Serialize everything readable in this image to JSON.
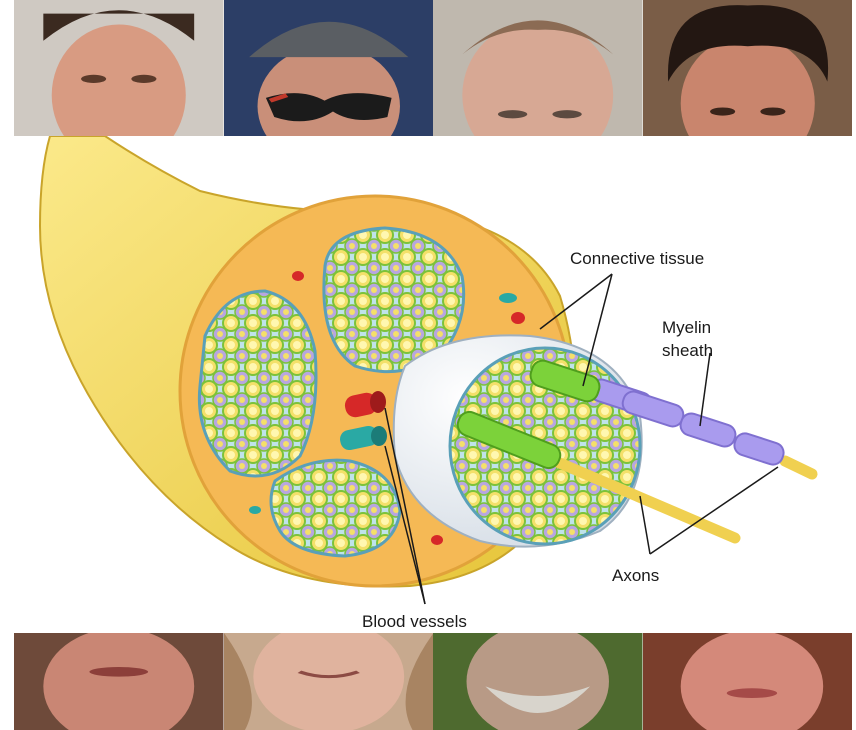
{
  "labels": {
    "connective_tissue": "Connective tissue",
    "myelin_sheath_line1": "Myelin",
    "myelin_sheath_line2": "sheath",
    "axons": "Axons",
    "blood_vessels": "Blood vessels"
  },
  "colors": {
    "nerve_outer": "#f2d64a",
    "epineurium": "#f5b955",
    "fascicle_fill": "#bfe3ea",
    "axon_yellow": "#f4e06a",
    "myelin_ring": "#b8a6e0",
    "connective_white": "#e9eef4",
    "myelin_purple": "#a99bee",
    "sheath_green": "#7cd23a",
    "vessel_red": "#d62828",
    "vessel_teal": "#2aa9a4"
  }
}
